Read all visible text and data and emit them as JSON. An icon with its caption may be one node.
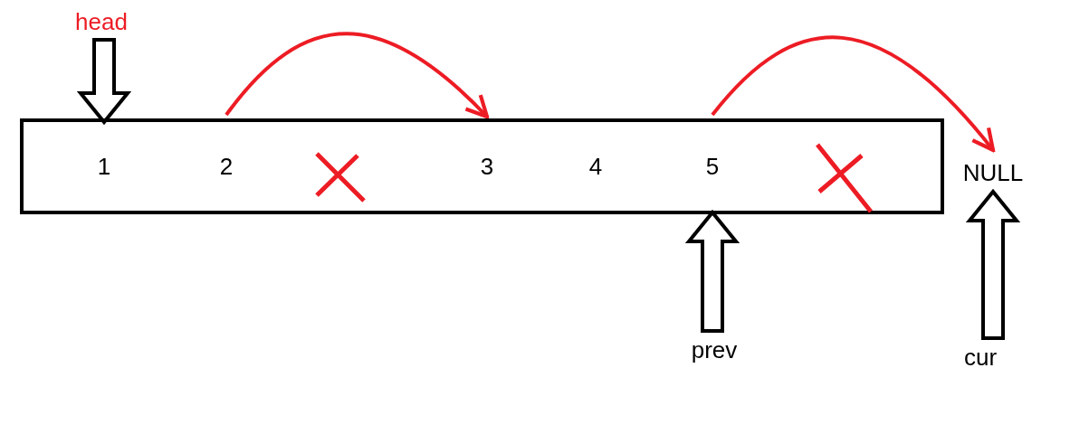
{
  "diagram": {
    "nodes": [
      {
        "text": [],
        "shape": "box"
      },
      {
        "text": [
          "1"
        ],
        "in": 0
      },
      {
        "text": [
          "2"
        ],
        "in": 0
      },
      {
        "text": [],
        "shape": "cross",
        "in": 0
      },
      {
        "text": [
          "3"
        ],
        "in": 0
      },
      {
        "text": [
          "4"
        ],
        "in": 0
      },
      {
        "text": [
          "5"
        ],
        "in": 0
      },
      {
        "text": [],
        "shape": "cross",
        "in": 0
      },
      {
        "text": [
          "NULL"
        ]
      },
      {
        "text": [
          "head"
        ]
      },
      {
        "text": [
          "prev"
        ]
      },
      {
        "text": [
          "cur"
        ]
      }
    ],
    "edges": [
      {
        "from": 9,
        "to": 1,
        "arrow": "to"
      },
      {
        "from": 2,
        "to": 4,
        "arrow": "to",
        "color": "#ed1c24"
      },
      {
        "from": 6,
        "to": 8,
        "arrow": "to",
        "color": "#ed1c24"
      },
      {
        "from": 10,
        "to": 6,
        "arrow": "to"
      },
      {
        "from": 11,
        "to": 8,
        "arrow": "to"
      }
    ]
  }
}
